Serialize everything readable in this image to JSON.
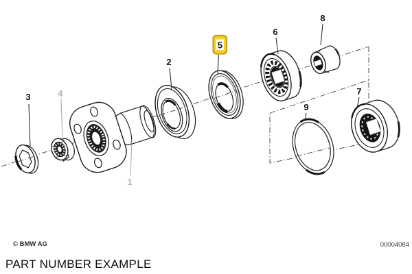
{
  "diagram": {
    "watermark": "© BMW AG",
    "diagram_number": "00004084",
    "caption": "PART NUMBER EXAMPLE",
    "highlight": {
      "selected_callout": "5",
      "fill": "#F6D322",
      "border": "#C79B28",
      "digit_color": "#111111"
    },
    "line_color": "#1c1c1c",
    "muted_label_color": "#b3b3b3",
    "callouts": [
      {
        "label": "1",
        "emphasis": "muted"
      },
      {
        "label": "2",
        "emphasis": "normal"
      },
      {
        "label": "3",
        "emphasis": "normal"
      },
      {
        "label": "4",
        "emphasis": "muted"
      },
      {
        "label": "5",
        "emphasis": "highlighted"
      },
      {
        "label": "6",
        "emphasis": "normal"
      },
      {
        "label": "7",
        "emphasis": "normal"
      },
      {
        "label": "8",
        "emphasis": "normal"
      },
      {
        "label": "9",
        "emphasis": "normal"
      }
    ]
  }
}
